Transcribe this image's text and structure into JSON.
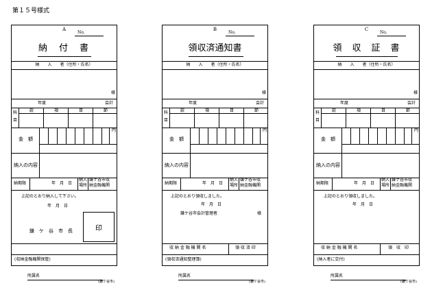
{
  "page": {
    "form_number": "第１５号様式"
  },
  "forms": [
    {
      "letter": "A",
      "no_label": "No.",
      "title": "納　付　書",
      "payer_header": "納　　入　　者（住所・氏名）",
      "sama": "様",
      "nendo": "年度",
      "kaikei": "会計",
      "account_label": "科目",
      "col_kan": "款",
      "col_kou": "項",
      "col_moku": "目",
      "col_setsu": "節",
      "yen": "円",
      "amount_label": "金　額",
      "purpose_label": "納入の内容",
      "deadline_label": "納期限",
      "date_ymd": "年　月　日",
      "place_label_1": "納入",
      "place_label_2": "場所",
      "place_value_1": "鎌ケ谷市収",
      "place_value_2": "納金融機関",
      "notice_1": "上記のとおり納入して下さい。",
      "notice_date": "年　月　日",
      "authority": "鎌　ケ　谷　市　長",
      "seal": "印",
      "footer": "(収納金融機関保管)",
      "dept_label": "所属名",
      "city_tag": "(鎌ケ谷市)"
    },
    {
      "letter": "B",
      "no_label": "No.",
      "title": "領収済通知書",
      "payer_header": "納　　入　　者（住所・氏名）",
      "sama": "様",
      "nendo": "年度",
      "kaikei": "会計",
      "account_label": "科目",
      "col_kan": "款",
      "col_kou": "項",
      "col_moku": "目",
      "col_setsu": "節",
      "yen": "円",
      "amount_label": "金　額",
      "purpose_label": "納入の内容",
      "deadline_label": "納期限",
      "date_ymd": "年　月　日",
      "place_label_1": "納入",
      "place_label_2": "場所",
      "place_value_1": "鎌ケ谷市収",
      "place_value_2": "納金融機関",
      "notice_1": "上記のとおり領収しました。",
      "notice_date": "年　月　日",
      "authority": "鎌ケ谷市会計管理者",
      "sama2": "様",
      "bank_label": "収 納 金 融 機 関 名",
      "receipt_stamp": "領 収 済 印",
      "footer": "(領収済通知整理簿)",
      "dept_label": "所属名",
      "city_tag": "(鎌ケ谷市)"
    },
    {
      "letter": "C",
      "no_label": "No.",
      "title": "領　収　証　書",
      "payer_header": "納　　入　　者（住所・氏名）",
      "sama": "様",
      "nendo": "年度",
      "kaikei": "会計",
      "account_label": "科目",
      "col_kan": "款",
      "col_kou": "項",
      "col_moku": "目",
      "col_setsu": "節",
      "yen": "円",
      "amount_label": "金　額",
      "purpose_label": "納入の内容",
      "deadline_label": "納期限",
      "date_ymd": "年　月　日",
      "place_label_1": "納入",
      "place_label_2": "場所",
      "place_value_1": "鎌ケ谷市収",
      "place_value_2": "納金融機関",
      "notice_1": "上記のとおり領収しました。",
      "notice_date": "年　月　日",
      "bank_label": "収 納 金 融 機 関 名",
      "receipt_stamp": "領　収　印",
      "footer": "(納入者に交付)",
      "dept_label": "所属名",
      "city_tag": "(鎌ケ谷市)"
    }
  ]
}
